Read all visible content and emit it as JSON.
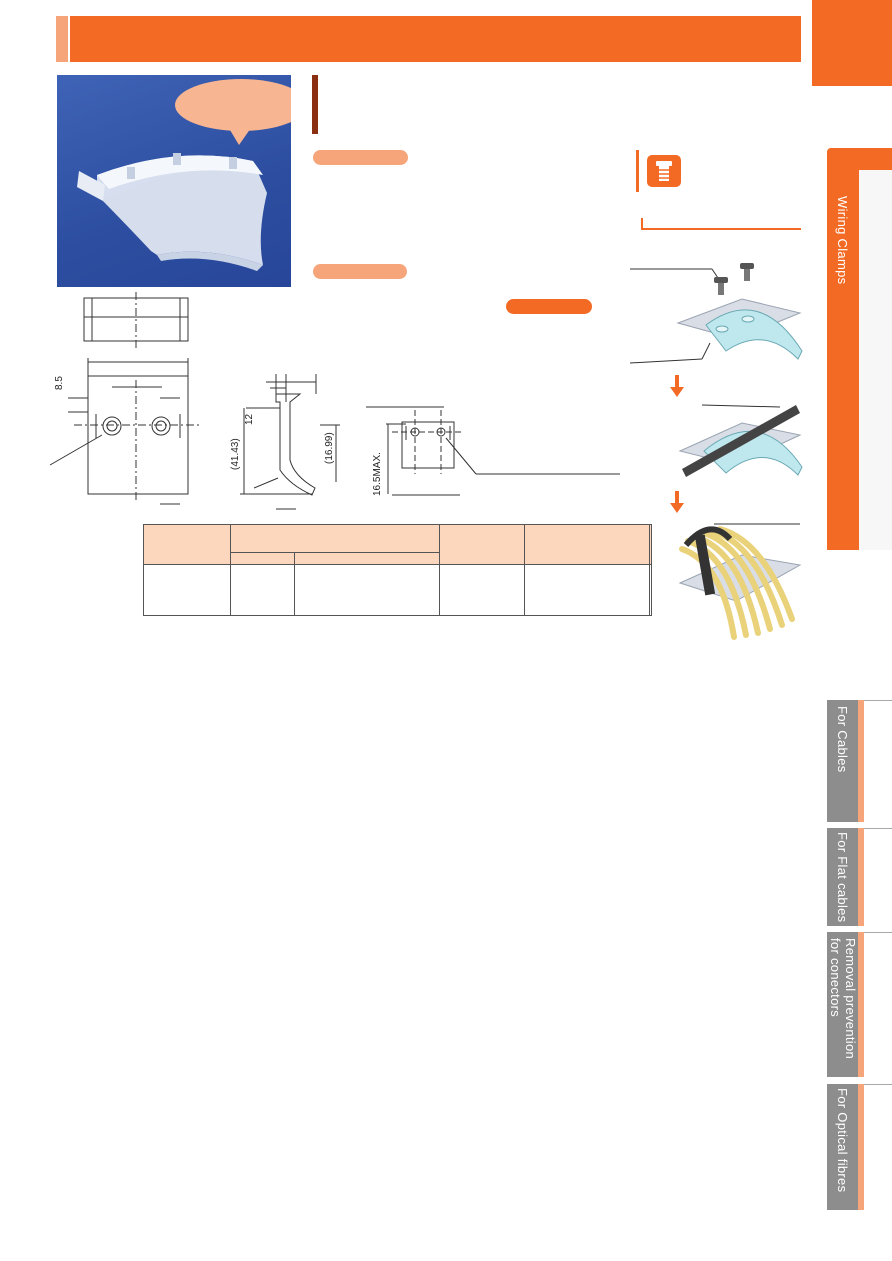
{
  "page": {
    "accent_color": "#f26a24",
    "light_accent": "#f6a57a",
    "table_header_color": "#fdd7bd"
  },
  "side_index": {
    "active_category": "Wiring Clamps",
    "tabs": [
      {
        "label": "For Cables"
      },
      {
        "label": "For Flat cables"
      },
      {
        "label": "Removal prevention for conectors"
      },
      {
        "label": "For Optical fibres"
      }
    ]
  },
  "drawing": {
    "dim_8_5": "8.5",
    "dim_12": "12",
    "dim_41_43": "(41.43)",
    "dim_16_99": "(16.99)",
    "dim_16_5max": "16.5MAX."
  },
  "icons": {
    "screw_icon": "screw-icon",
    "down_arrow": "arrow-down-icon"
  }
}
